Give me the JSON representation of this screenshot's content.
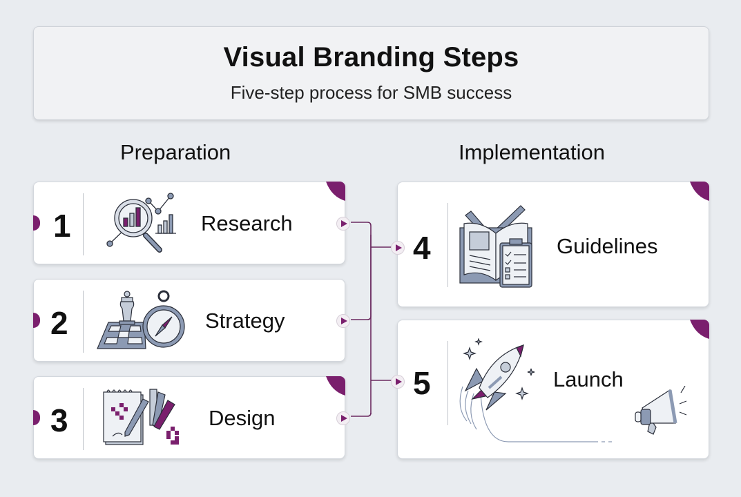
{
  "header": {
    "title": "Visual Branding Steps",
    "subtitle": "Five-step process for SMB success"
  },
  "sections": [
    {
      "label": "Preparation"
    },
    {
      "label": "Implementation"
    }
  ],
  "steps": [
    {
      "number": "1",
      "label": "Research",
      "icon": "magnifier-chart-icon",
      "section": "Preparation"
    },
    {
      "number": "2",
      "label": "Strategy",
      "icon": "chess-compass-icon",
      "section": "Preparation"
    },
    {
      "number": "3",
      "label": "Design",
      "icon": "sketchpad-swatch-icon",
      "section": "Preparation"
    },
    {
      "number": "4",
      "label": "Guidelines",
      "icon": "book-clipboard-icon",
      "section": "Implementation"
    },
    {
      "number": "5",
      "label": "Launch",
      "icon": "rocket-megaphone-icon",
      "section": "Implementation"
    }
  ],
  "connections": [
    {
      "from": [
        "1",
        "2"
      ],
      "to": "4"
    },
    {
      "from": [
        "3"
      ],
      "to": "5"
    }
  ],
  "colors": {
    "accent": "#7a1f6d",
    "background": "#e9ecf0",
    "card": "#ffffff",
    "icon_fill": "#8c9ab3",
    "icon_light": "#e3e7ee"
  }
}
